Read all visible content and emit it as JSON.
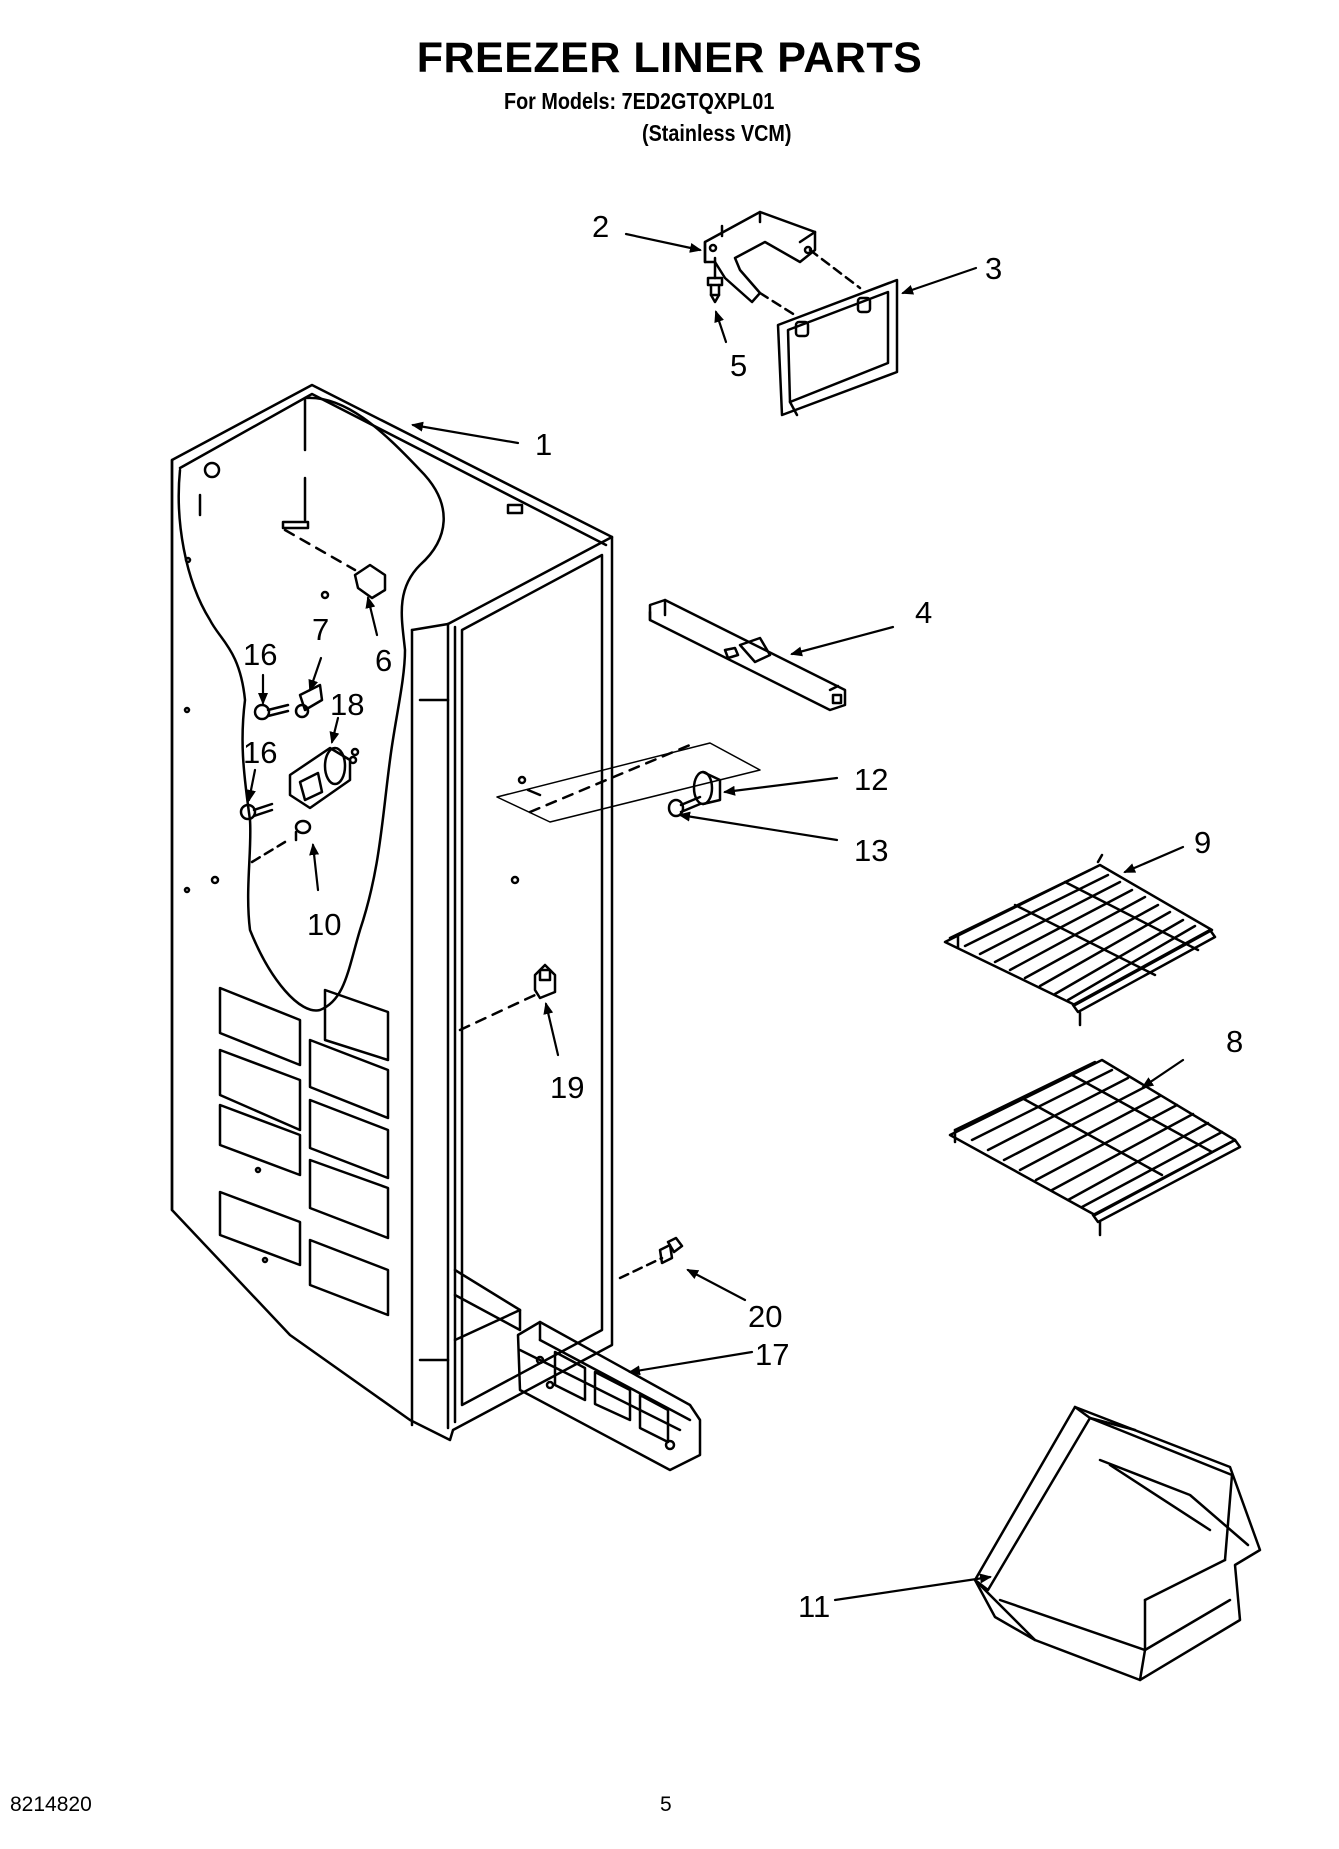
{
  "header": {
    "title": "FREEZER LINER PARTS",
    "models_line": "For Models: 7ED2GTQXPL01",
    "variant_line": "(Stainless VCM)"
  },
  "callouts": [
    "1",
    "2",
    "3",
    "4",
    "5",
    "6",
    "7",
    "8",
    "9",
    "10",
    "11",
    "12",
    "13",
    "16",
    "16",
    "17",
    "18",
    "19",
    "20"
  ],
  "footer": {
    "doc_number": "8214820",
    "page_number": "5"
  }
}
